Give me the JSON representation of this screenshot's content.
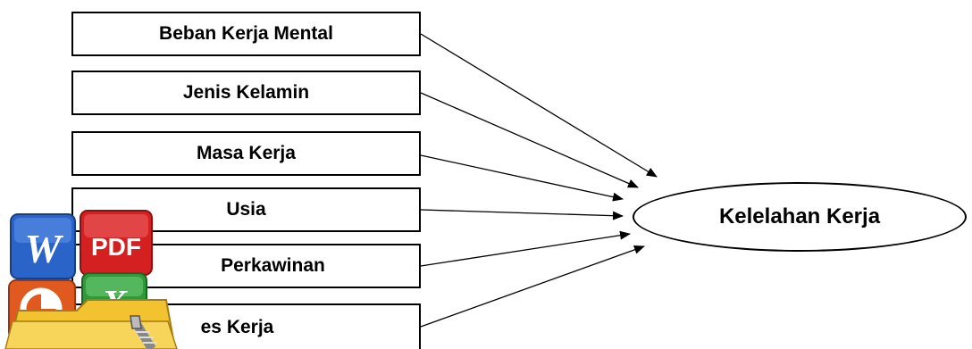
{
  "factors": [
    {
      "label": "Beban Kerja Mental"
    },
    {
      "label": "Jenis Kelamin"
    },
    {
      "label": "Masa Kerja"
    },
    {
      "label": "Usia"
    },
    {
      "label": "Perkawinan"
    },
    {
      "label": "es Kerja"
    }
  ],
  "outcome": {
    "label": "Kelelahan Kerja"
  },
  "logo": {
    "badge_w": "W",
    "badge_pdf": "PDF",
    "badge_x": "X"
  },
  "colors": {
    "line": "#000000",
    "word_blue": "#2a64c8",
    "pdf_red": "#d42020",
    "ppt_orange": "#e05a20",
    "excel_green": "#2e9a3a",
    "folder_yellow": "#f2c230"
  }
}
